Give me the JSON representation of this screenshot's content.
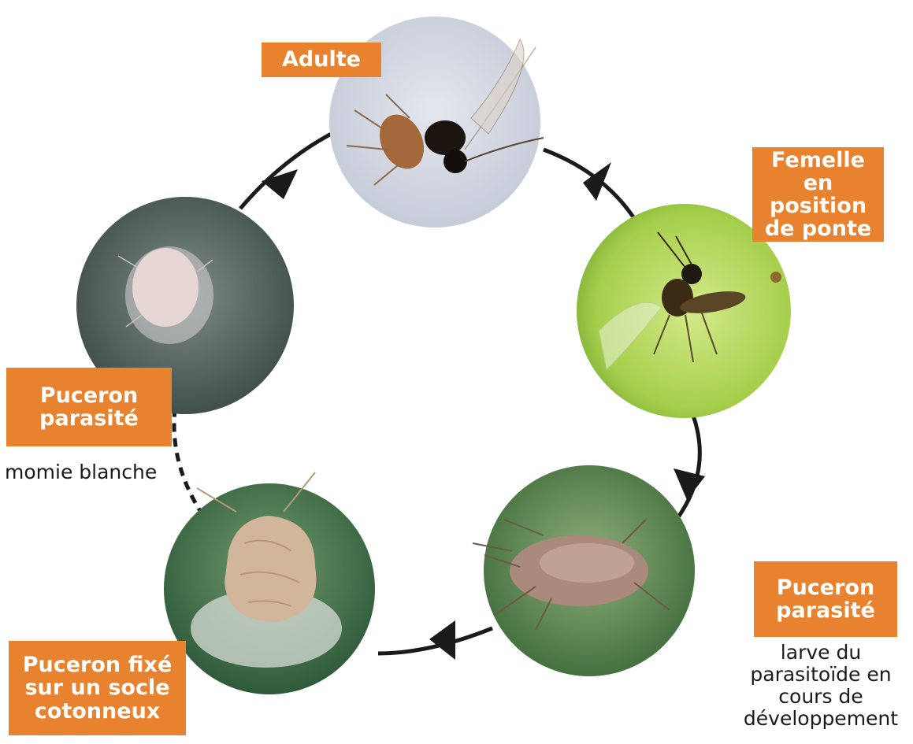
{
  "stages": {
    "adult": {
      "label": "Adulte",
      "photo": "adult-wasp-photo"
    },
    "female_laying": {
      "label": "Femelle en position de ponte",
      "photo": "female-laying-photo"
    },
    "parasitized_aphid_larva": {
      "label": "Puceron parasité",
      "caption": "larve du parasitoïde en cours de développement",
      "photo": "parasitized-aphid-photo"
    },
    "aphid_cotton_base": {
      "label": "Puceron fixé sur un socle cotonneux",
      "photo": "aphid-cotton-photo"
    },
    "parasitized_aphid_mummy": {
      "label": "Puceron parasité",
      "caption": "momie blanche",
      "photo": "white-mummy-photo"
    }
  },
  "colors": {
    "label_background": "#e8822f",
    "label_text": "#ffffff",
    "cycle_line": "#1a1a1a",
    "caption_text": "#1a1a1a"
  }
}
